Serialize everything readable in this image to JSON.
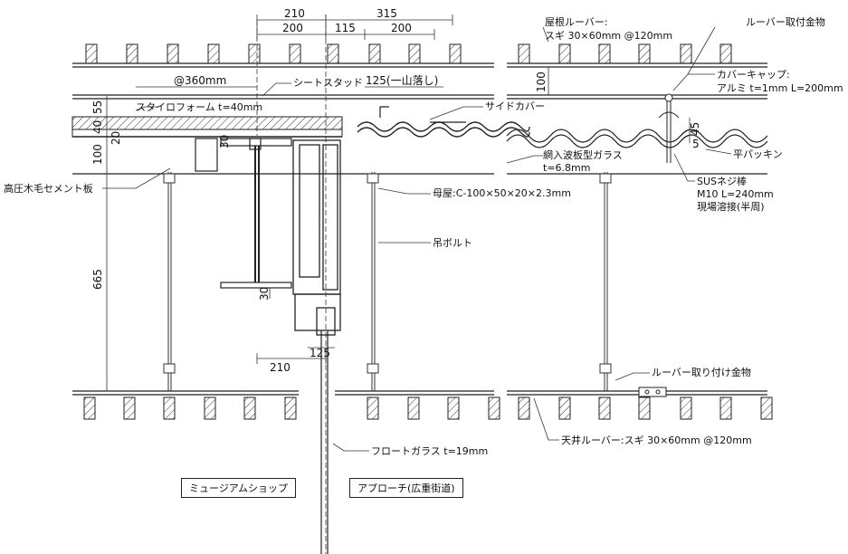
{
  "dimensions": {
    "top_210": "210",
    "top_315": "315",
    "top_200a": "200",
    "top_115": "115",
    "top_200b": "200",
    "pitch_360": "@360mm",
    "span_125_ichiyama": "125(一山落し)",
    "v_55": "55",
    "v_40": "40",
    "v_20": "20",
    "v_100a": "100",
    "v_665": "665",
    "v_30a": "30",
    "v_30b": "30",
    "bottom_210": "210",
    "bottom_125": "125",
    "r_100": "100",
    "r_45": "45",
    "r_5": "5"
  },
  "labels": {
    "sheet_stud": "シートスタッド",
    "styrofoam": "スタイロフォーム t=40mm",
    "cement_board": "高圧木毛セメント板",
    "side_cover": "サイドカバー",
    "wired_glass_1": "網入波板型ガラス",
    "wired_glass_2": "t=6.8mm",
    "purlin": "母屋:C-100×50×20×2.3mm",
    "hanging_bolt": "吊ボルト",
    "float_glass": "フロートガラス t=19mm",
    "roof_louver_1": "屋根ルーバー:",
    "roof_louver_2": "スギ 30×60mm @120mm",
    "louver_fitting_top": "ルーバー取付金物",
    "cover_cap_1": "カバーキャップ:",
    "cover_cap_2": "アルミ t=1mm L=200mm",
    "flat_packing": "平パッキン",
    "sus_1": "SUSネジ棒",
    "sus_2": "M10 L=240mm",
    "sus_3": "現場溶接(半周)",
    "louver_fitting_bottom": "ルーバー取り付け金物",
    "ceiling_louver": "天井ルーバー:スギ 30×60mm @120mm"
  },
  "rooms": {
    "museum_shop": "ミュージアムショップ",
    "approach": "アプローチ(広重街道)"
  }
}
